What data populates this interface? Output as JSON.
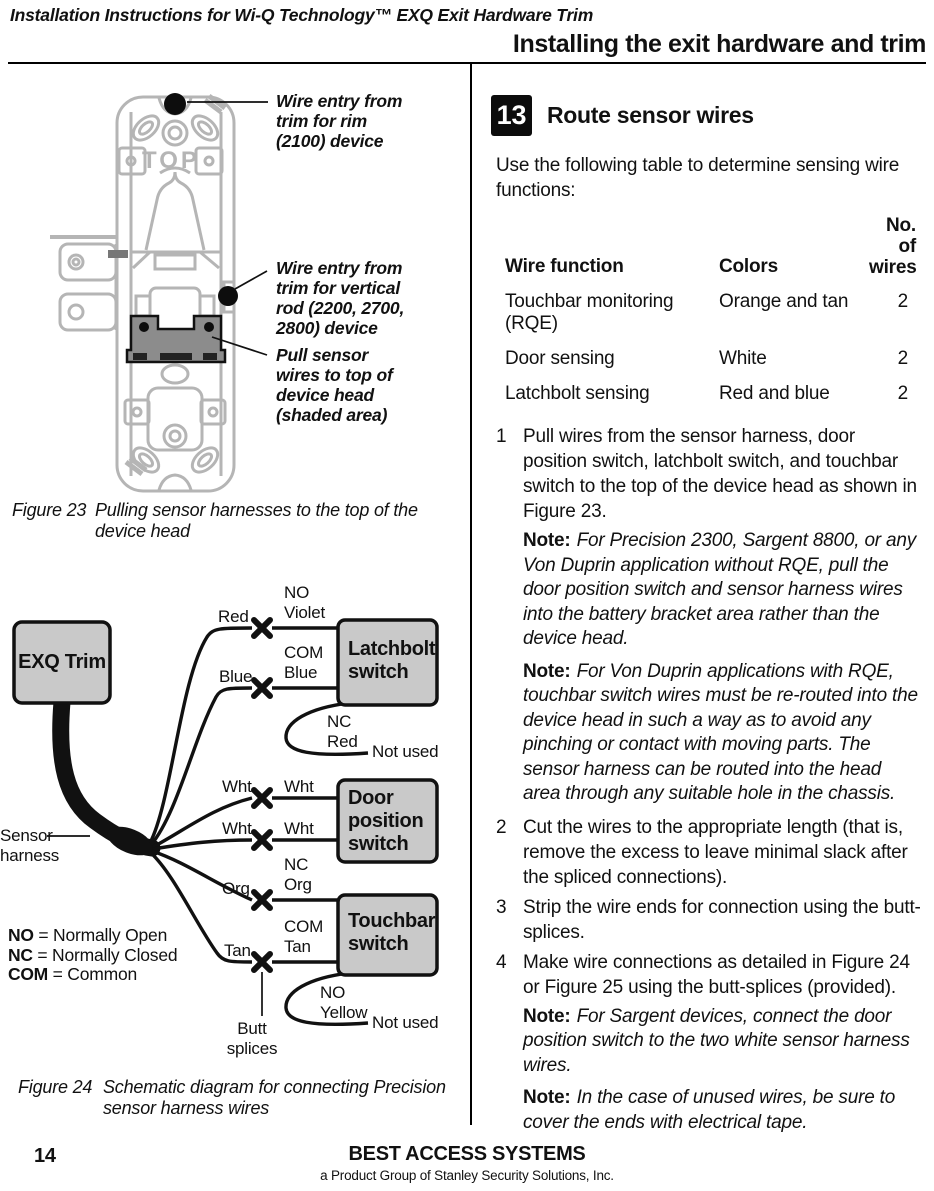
{
  "header": {
    "doc_title": "Installation Instructions for Wi-Q Technology™ EXQ Exit Hardware Trim",
    "section_title": "Installing the exit hardware and trim"
  },
  "left_column": {
    "figure23": {
      "device_top_label": "TOP",
      "callouts": {
        "rim": "Wire entry from\ntrim for rim\n(2100) device",
        "vertical_rod": "Wire entry from\ntrim for vertical\nrod (2200, 2700,\n2800) device",
        "pull_sensor": "Pull sensor\nwires to top of\ndevice head\n(shaded area)"
      },
      "caption_label": "Figure 23",
      "caption": "Pulling sensor harnesses to the top of the\ndevice head"
    },
    "figure24": {
      "exq_box": "EXQ Trim",
      "sensor_harness": "Sensor\nharness",
      "switches": {
        "latchbolt": "Latchbolt\nswitch",
        "door": "Door\nposition\nswitch",
        "touchbar": "Touchbar\nswitch"
      },
      "wires": {
        "red_left": "Red",
        "violet_right": "NO\nViolet",
        "blue_left": "Blue",
        "blue_right": "COM\nBlue",
        "nc_red": "NC\nRed",
        "wht1_left": "Wht",
        "wht1_right": "Wht",
        "wht2_left": "Wht",
        "wht2_right": "Wht",
        "org_left": "Org",
        "org_right": "NC\nOrg",
        "tan_left": "Tan",
        "tan_right": "COM\nTan",
        "no_yellow": "NO\nYellow"
      },
      "not_used_top": "Not used",
      "not_used_bottom": "Not used",
      "butt_splices": "Butt\nsplices",
      "legend": [
        {
          "term": "NO",
          "rest": " = Normally Open"
        },
        {
          "term": "NC",
          "rest": " = Normally Closed"
        },
        {
          "term": "COM",
          "rest": " = Common"
        }
      ],
      "caption_label": "Figure 24",
      "caption": "Schematic diagram for connecting Precision\nsensor harness wires"
    }
  },
  "right_column": {
    "step_number": "13",
    "step_title": "Route sensor wires",
    "intro": "Use the following table to determine sensing wire functions:",
    "table": {
      "headers": [
        "Wire function",
        "Colors",
        "No. of\nwires"
      ],
      "rows": [
        [
          "Touchbar monitoring (RQE)",
          "Orange and tan",
          "2"
        ],
        [
          "Door sensing",
          "White",
          "2"
        ],
        [
          "Latchbolt sensing",
          "Red and blue",
          "2"
        ]
      ]
    },
    "note_label": "Note:",
    "steps": [
      {
        "num": "1",
        "text": "Pull wires from the sensor harness, door position switch, latchbolt switch, and touchbar switch to the top of the device head as shown in Figure 23.",
        "notes": [
          "For Precision 2300, Sargent 8800, or any Von Duprin application without RQE, pull the door position switch and sensor harness wires into the battery bracket area rather than the device head.",
          "For Von Duprin applications with RQE, touchbar switch wires must be re-routed into the device head in such a way as to avoid any pinching or contact with moving parts. The sensor harness can be routed into the head area through any suitable hole in the chassis."
        ]
      },
      {
        "num": "2",
        "text": "Cut the wires to the appropriate length (that is, remove the excess to leave minimal slack after the spliced connections)."
      },
      {
        "num": "3",
        "text": "Strip the wire ends for connection using the butt-splices."
      },
      {
        "num": "4",
        "text": "Make wire connections as detailed in Figure 24 or Figure 25 using the butt-splices (provided).",
        "notes": [
          "For Sargent devices, connect the door position switch to the two white sensor harness wires.",
          "In the case of unused wires, be sure to cover the ends with electrical tape."
        ]
      }
    ]
  },
  "footer": {
    "page_number": "14",
    "brand": "BEST ACCESS SYSTEMS",
    "brand_sub": "a Product Group of Stanley Security Solutions, Inc."
  },
  "colors": {
    "drawing_gray": "#b5b5b5",
    "shaded_area": "#8c8c8c",
    "box_fill": "#c9c9c9",
    "ink": "#111111"
  }
}
